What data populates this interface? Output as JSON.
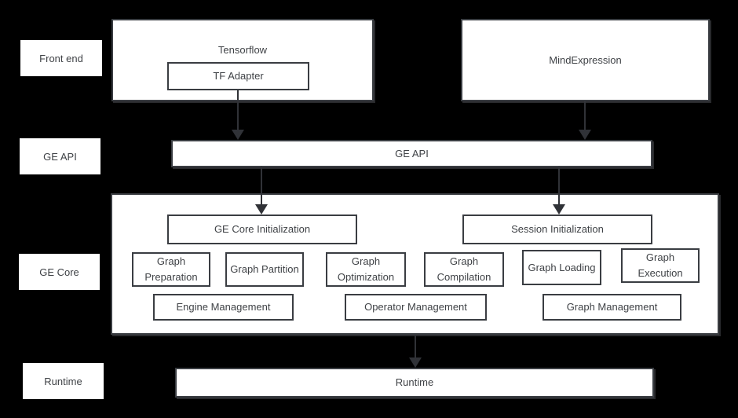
{
  "colors": {
    "background": "#000000",
    "box_fill": "#ffffff",
    "box_border": "#3a3d42",
    "text": "#3f4246",
    "arrow": "#303237"
  },
  "sidebar": {
    "labels": [
      "Front end",
      "GE API",
      "GE Core",
      "Runtime"
    ]
  },
  "front_end": {
    "tensorflow_label": "Tensorflow",
    "tf_adapter_label": "TF Adapter",
    "mind_expression_label": "MindExpression"
  },
  "ge_api": {
    "label": "GE API"
  },
  "ge_core": {
    "init_label": "GE Core Initialization",
    "session_label": "Session Initialization",
    "pipeline": [
      "Graph Preparation",
      "Graph Partition",
      "Graph Optimization",
      "Graph Compilation",
      "Graph Loading",
      "Graph Execution"
    ],
    "management": [
      "Engine Management",
      "Operator Management",
      "Graph Management"
    ]
  },
  "runtime": {
    "label": "Runtime"
  }
}
